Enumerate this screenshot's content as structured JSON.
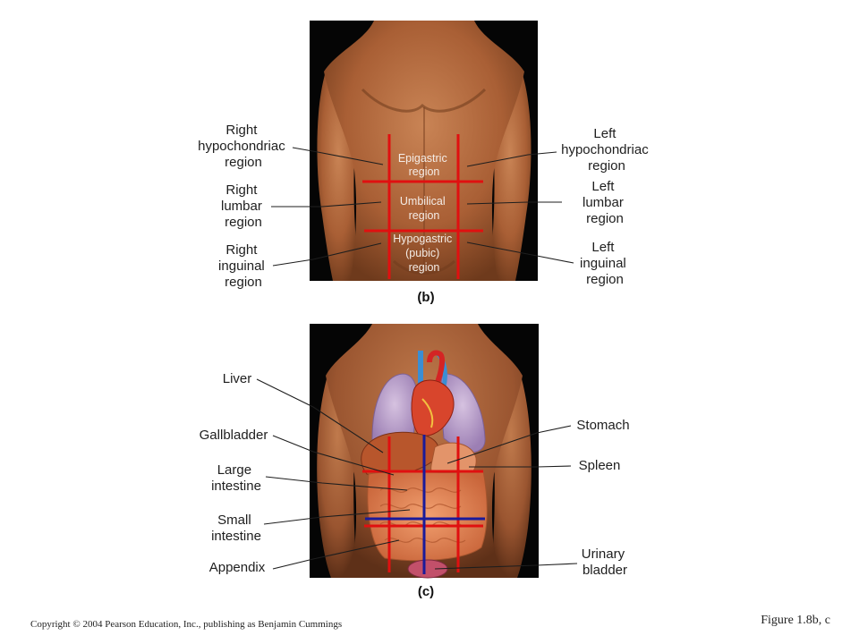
{
  "panel_b": {
    "caption": "(b)",
    "left_labels": [
      [
        "Right",
        "hypochondriac",
        "region"
      ],
      [
        "Right",
        "lumbar",
        "region"
      ],
      [
        "Right",
        "inguinal",
        "region"
      ]
    ],
    "right_labels": [
      [
        "Left",
        "hypochondriac",
        "region"
      ],
      [
        "Left",
        "lumbar",
        "region"
      ],
      [
        "Left",
        "inguinal",
        "region"
      ]
    ],
    "center_labels": [
      [
        "Epigastric",
        "region"
      ],
      [
        "Umbilical",
        "region"
      ],
      [
        "Hypogastric",
        "(pubic)",
        "region"
      ]
    ]
  },
  "panel_c": {
    "caption": "(c)",
    "left_labels": [
      [
        "Liver"
      ],
      [
        "Gallbladder"
      ],
      [
        "Large",
        "intestine"
      ],
      [
        "Small",
        "intestine"
      ],
      [
        "Appendix"
      ]
    ],
    "right_labels": [
      [
        "Stomach"
      ],
      [
        "Spleen"
      ],
      [
        "Urinary",
        "bladder"
      ]
    ]
  },
  "footer": {
    "copyright": "Copyright © 2004 Pearson Education, Inc., publishing as Benjamin Cummings",
    "figure": "Figure 1.8b, c"
  },
  "colors": {
    "background": "#ffffff",
    "panel_bg": "#050505",
    "skin": "#b5673c",
    "region_lines": "#e01010",
    "plane_lines": "#1a1a9a"
  }
}
